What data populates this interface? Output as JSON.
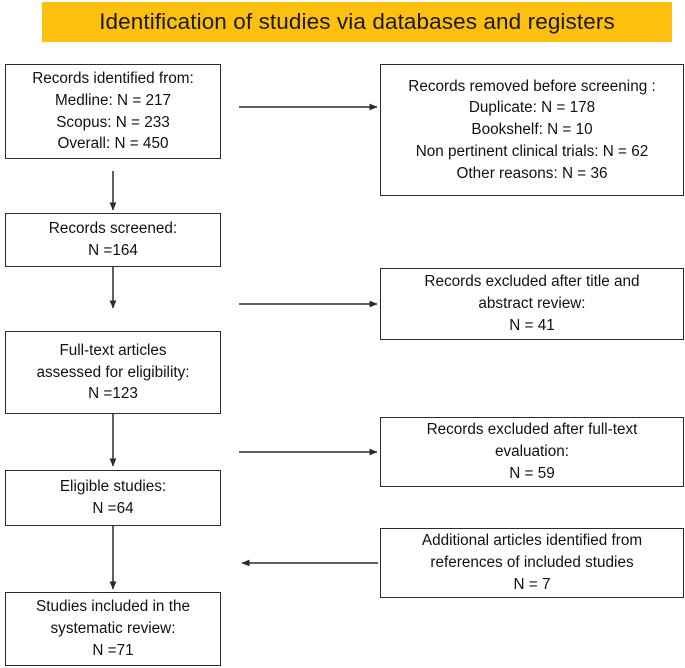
{
  "header": {
    "title": "Identification of studies via databases and registers",
    "background_color": "#fdc00f",
    "text_color": "#1a1a1a"
  },
  "diagram": {
    "type": "prisma-flow-diagram",
    "box_border_color": "#2b2b2b",
    "box_background_color": "#ffffff",
    "arrow_color": "#2b2b2b",
    "nodes": {
      "records_identified": {
        "lines": [
          "Records identified from:",
          "Medline: N = 217",
          "Scopus: N = 233",
          "Overall: N = 450"
        ]
      },
      "records_removed": {
        "lines": [
          "Records removed before screening :",
          "Duplicate: N = 178",
          "Bookshelf: N = 10",
          "Non pertinent clinical trials: N = 62",
          "Other reasons: N = 36"
        ]
      },
      "records_screened": {
        "lines": [
          "Records screened:",
          "N =164"
        ]
      },
      "records_excluded_title_abstract": {
        "lines": [
          "Records excluded after title and",
          "abstract review:",
          "N = 41"
        ]
      },
      "fulltext_assessed": {
        "lines": [
          "Full-text articles",
          "assessed for eligibility:",
          "N =123"
        ]
      },
      "records_excluded_fulltext": {
        "lines": [
          "Records excluded after full-text",
          "evaluation:",
          "N = 59"
        ]
      },
      "eligible_studies": {
        "lines": [
          "Eligible studies:",
          "N =64"
        ]
      },
      "additional_articles": {
        "lines": [
          "Additional articles identified from",
          "references of included studies",
          "N = 7"
        ]
      },
      "studies_included": {
        "lines": [
          "Studies included in the",
          "systematic review:",
          "N =71"
        ]
      }
    },
    "counts": {
      "medline": 217,
      "scopus": 233,
      "overall_identified": 450,
      "duplicates_removed": 178,
      "bookshelf_removed": 10,
      "non_pertinent_clinical_trials_removed": 62,
      "other_reasons_removed": 36,
      "screened": 164,
      "excluded_title_abstract": 41,
      "fulltext_assessed": 123,
      "excluded_fulltext": 59,
      "eligible": 64,
      "additional_from_references": 7,
      "included_systematic_review": 71
    }
  }
}
